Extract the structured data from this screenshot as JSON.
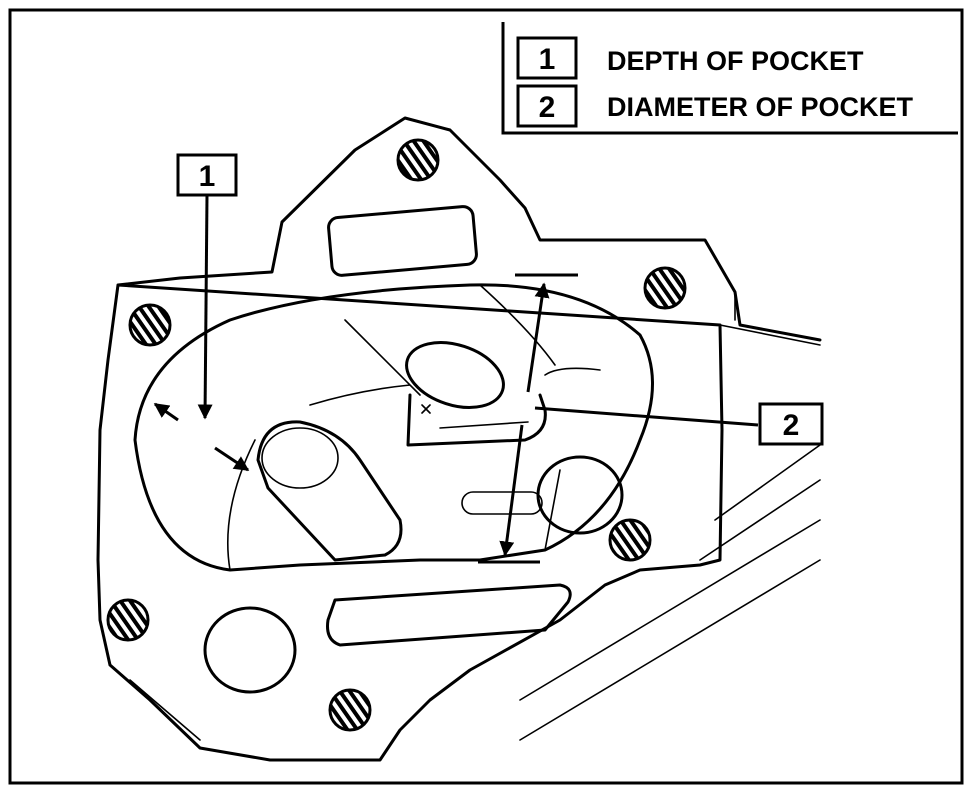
{
  "legend": {
    "items": [
      {
        "number": "1",
        "label": "DEPTH OF POCKET"
      },
      {
        "number": "2",
        "label": "DIAMETER OF POCKET"
      }
    ]
  },
  "callouts": {
    "depth": "1",
    "diameter": "2"
  },
  "colors": {
    "line": "#000000",
    "background": "#ffffff"
  }
}
